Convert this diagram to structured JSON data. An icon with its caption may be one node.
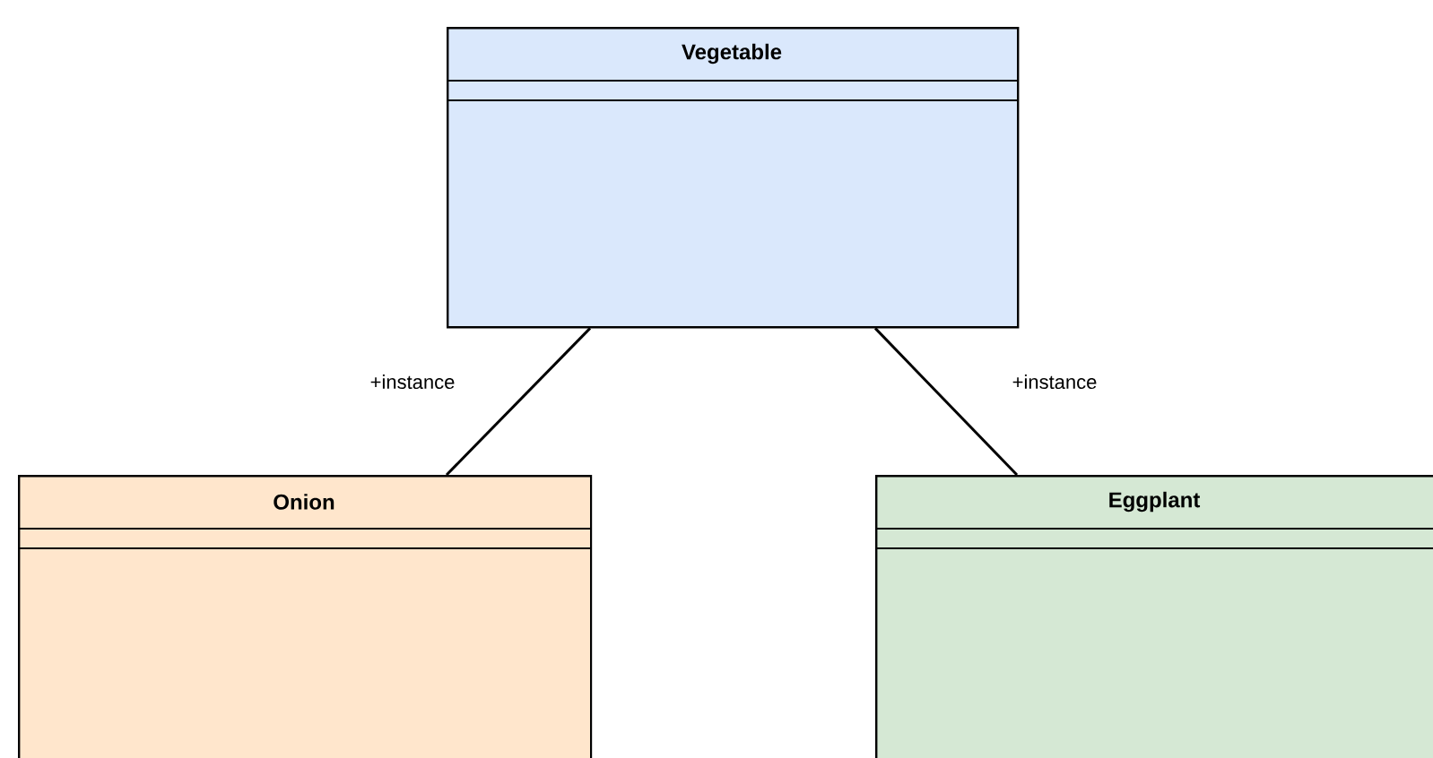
{
  "diagram": {
    "nodes": [
      {
        "text": [
          "Vegetable"
        ]
      },
      {
        "text": [
          "Onion"
        ]
      },
      {
        "text": [
          "Eggplant"
        ]
      }
    ],
    "edges": [
      {
        "from": 0,
        "to": 1,
        "arrow": "none",
        "label": "+instance"
      },
      {
        "from": 0,
        "to": 2,
        "arrow": "none",
        "label": "+instance"
      }
    ]
  }
}
